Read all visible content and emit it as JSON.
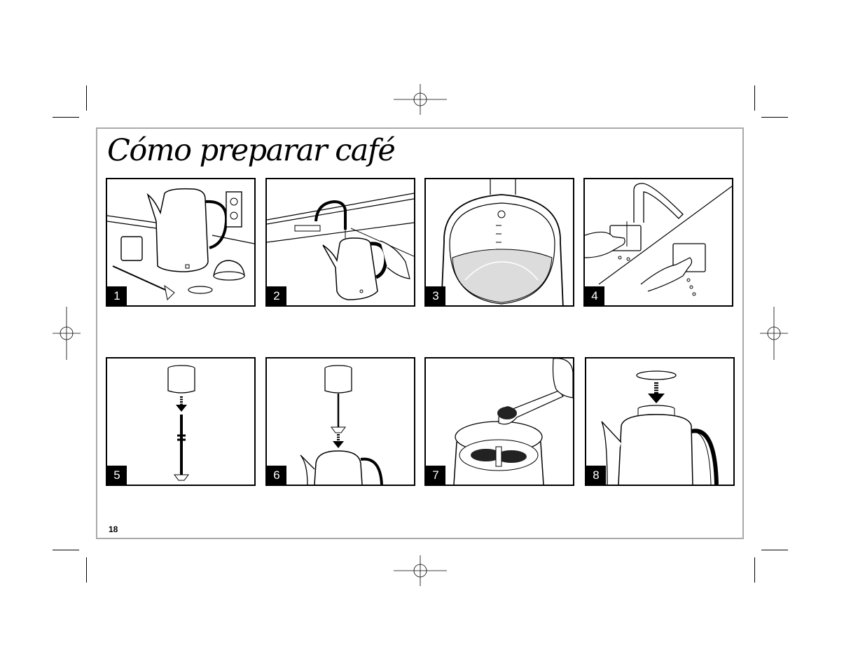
{
  "title": "Cómo preparar café",
  "page_number": "18",
  "steps": [
    {
      "number": "1",
      "icon": "percolator-parts-illustration"
    },
    {
      "number": "2",
      "icon": "fill-water-illustration"
    },
    {
      "number": "3",
      "icon": "water-level-illustration"
    },
    {
      "number": "4",
      "icon": "rinse-basket-illustration"
    },
    {
      "number": "5",
      "icon": "insert-stem-illustration"
    },
    {
      "number": "6",
      "icon": "insert-basket-illustration"
    },
    {
      "number": "7",
      "icon": "add-coffee-illustration"
    },
    {
      "number": "8",
      "icon": "place-lid-illustration"
    }
  ]
}
